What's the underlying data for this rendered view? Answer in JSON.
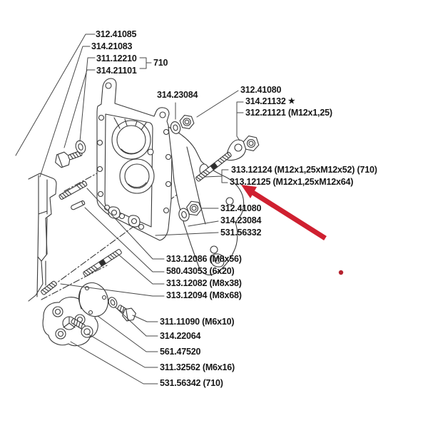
{
  "figure": {
    "kind": "exploded-parts-diagram",
    "star": "★",
    "colors": {
      "line_art": "#3a3a3a",
      "arrow": "#cf2030",
      "dot": "#b5232f"
    },
    "callouts": [
      {
        "text": "312.41085"
      },
      {
        "text": "314.21083"
      },
      {
        "text": "311.12210"
      },
      {
        "text": "314.21101"
      },
      {
        "text": "710"
      },
      {
        "text": "314.23084"
      },
      {
        "text": "312.41080"
      },
      {
        "text": "314.21132"
      },
      {
        "text": "312.21121 (M12x1,25)"
      },
      {
        "text": "313.12124 (M12x1,25xM12x52) (710)"
      },
      {
        "text": "313.12125 (M12x1,25xM12x64)"
      },
      {
        "text": "312.41080"
      },
      {
        "text": "314.23084"
      },
      {
        "text": "531.56332"
      },
      {
        "text": "313.12086 (M8x56)"
      },
      {
        "text": "580.43053 (6x20)"
      },
      {
        "text": "313.12082 (M8x38)"
      },
      {
        "text": "313.12094 (M8x68)"
      },
      {
        "text": "311.11090 (M6x10)"
      },
      {
        "text": "314.22064"
      },
      {
        "text": "561.47520"
      },
      {
        "text": "311.32562 (M6x16)"
      },
      {
        "text": "531.56342 (710)"
      }
    ],
    "annotations": {
      "arrow": {
        "shape": "thick-red-arrow",
        "points_to": "313.12125",
        "color": "#cf2030"
      },
      "dot": {
        "shape": "small-red-dot",
        "color": "#b5232f"
      }
    }
  }
}
